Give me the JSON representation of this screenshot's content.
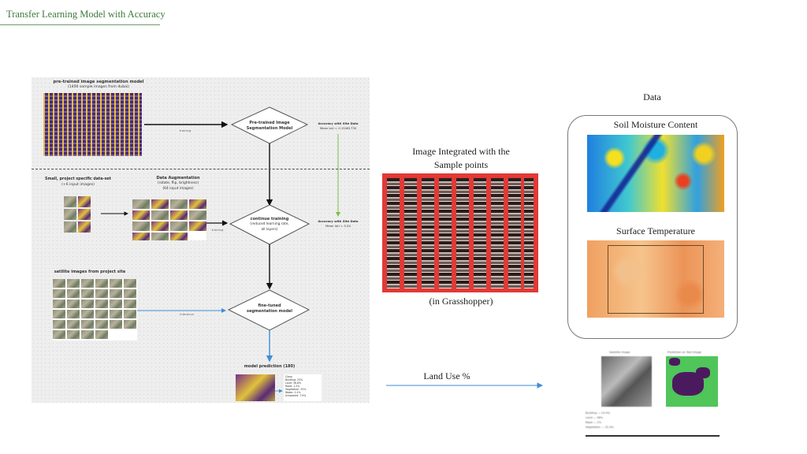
{
  "page": {
    "title": "Transfer Learning Model with Accuracy"
  },
  "diagram": {
    "pretrained_model_title": "pre-trained image segmentation model",
    "pretrained_model_sub": "(1400 sample images from dubai)",
    "node_pretrained": [
      "Pre-trained Image",
      "Segmentation Model"
    ],
    "edge_training_1": "training",
    "accuracy_1_title": "Accuracy with Site Data",
    "accuracy_1_value": "Mean IoU = 0.15481730",
    "dataset_title": "Small, project specific  data-set",
    "dataset_sub": "(+6 input images)",
    "augmentation_title": "Data Augmentation",
    "augmentation_sub1": "(rotate, flip, brightness)",
    "augmentation_sub2": "(64 input images)",
    "node_continue": [
      "continue training",
      "(reduced learning rate,",
      "all layers)"
    ],
    "edge_training_2": "training",
    "accuracy_2_title": "Accuracy with Site Data",
    "accuracy_2_value": "Mean IoU = 0.54",
    "satellite_title": "satilite images from project site",
    "node_finetuned": [
      "fine-tuned",
      "segmentation model"
    ],
    "edge_inference": "inference",
    "prediction_title": "model prediction (180)",
    "prediction_legend": [
      "Class:",
      "Building: 23%",
      "Land: 36.8%",
      "Road: 1.2%",
      "Vegetation: 32%",
      "Water: 0.1%",
      "Unlabeled: 7.9%"
    ]
  },
  "middle": {
    "heading": [
      "Image Integrated with the",
      "Sample points"
    ],
    "caption": "(in Grasshopper)",
    "arrow_label": "Land Use %"
  },
  "right": {
    "heading": "Data",
    "soil_label": "Soil Moisture Content",
    "temp_label": "Surface Temperature",
    "land_use_top_left": "Satellite Image",
    "land_use_top_right": "Prediction on Test Image",
    "land_use_stats": [
      "Building — 24.4%",
      "Land — 38%",
      "Road — 2%",
      "Vegetation — 32.4%"
    ]
  },
  "colors": {
    "title": "#3c7a3a",
    "arrow_blue": "#3d8ed8",
    "arrow_green": "#7bc043",
    "grid_red": "#e03a36"
  }
}
